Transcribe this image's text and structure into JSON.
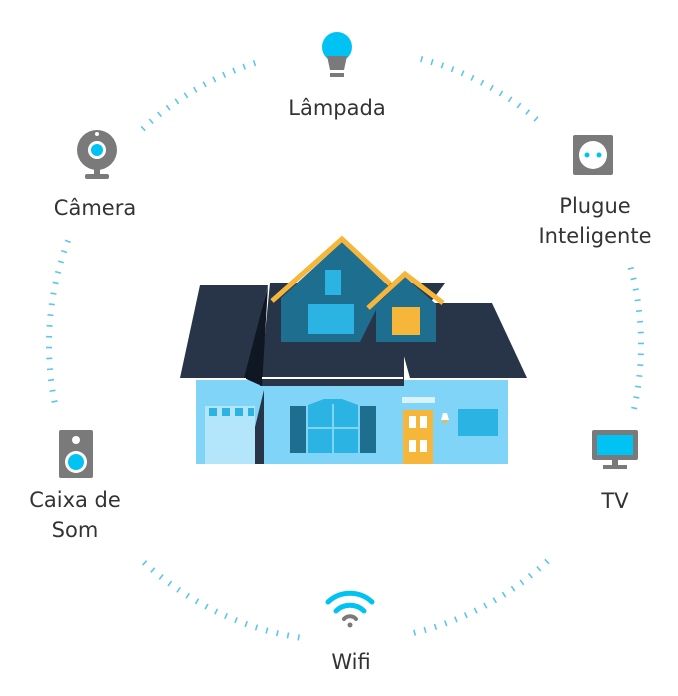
{
  "devices": {
    "lamp": {
      "label": "Lâmpada",
      "icon": "light-bulb-icon"
    },
    "camera": {
      "label": "Câmera",
      "icon": "webcam-icon"
    },
    "plug": {
      "line1": "Plugue",
      "line2": "Inteligente",
      "icon": "smart-plug-icon"
    },
    "speaker": {
      "line1": "Caixa de",
      "line2": "Som",
      "icon": "speaker-icon"
    },
    "tv": {
      "label": "TV",
      "icon": "tv-icon"
    },
    "wifi": {
      "label": "Wifi",
      "icon": "wifi-icon"
    }
  },
  "colors": {
    "accent": "#00c2f3",
    "icon_gray": "#7a7a7a",
    "dots": "#5bc6ea",
    "roof": "#283447",
    "wall": "#80d4f7",
    "gable": "#1d6e8f",
    "trim": "#f6b63a"
  }
}
